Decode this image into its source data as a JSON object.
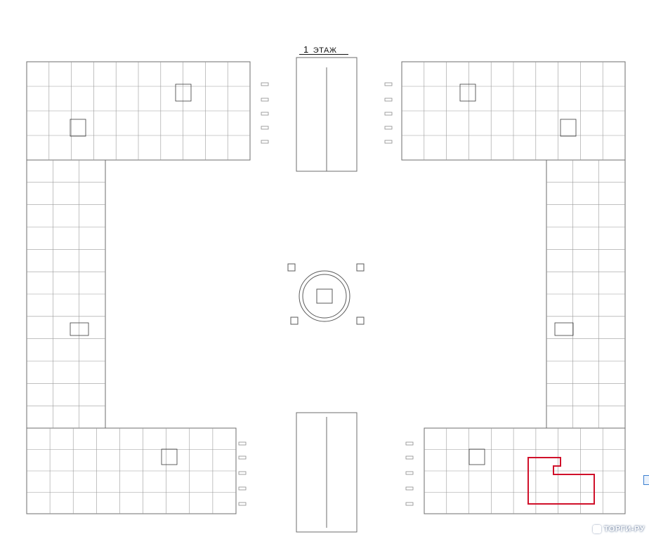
{
  "plan": {
    "floor_number": "1",
    "floor_label": "ЭТАЖ"
  },
  "watermark": {
    "text": "ТОРГИ-РУ",
    "icon": "torgi-logo-icon"
  },
  "colors": {
    "line": "#7d7d7d",
    "wall": "#3a3a3a",
    "highlight": "#d0102a",
    "dim_text": "#c85050",
    "accent": "#3b7fd0"
  }
}
